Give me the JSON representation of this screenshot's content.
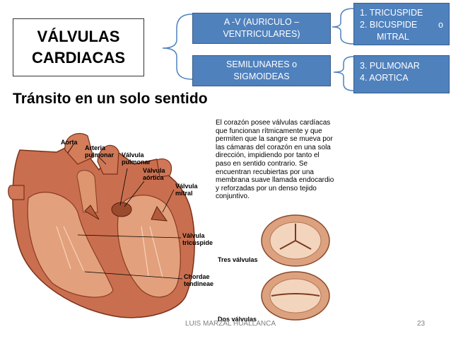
{
  "slide": {
    "title_line1": "VÁLVULAS",
    "title_line2": "CARDIACAS",
    "box_av_line1": "A -V (AURICULO –",
    "box_av_line2": "VENTRICULARES)",
    "box_semi_line1": "SEMILUNARES  o",
    "box_semi_line2": "SIGMOIDEAS",
    "list1": [
      "1.  TRICUSPIDE",
      "2.  BICUSPIDE",
      "o",
      "MITRAL"
    ],
    "list2": [
      "3. PULMONAR",
      "4. AORTICA"
    ],
    "footer_author": "LUIS MARZAL HUALLANCA",
    "footer_page": "23"
  },
  "figure": {
    "heading": "Tránsito en un solo sentido",
    "description": "El corazón posee válvulas cardíacas que funcionan rítmicamente y que permiten que la sangre se mueva por las cámaras del corazón en una sola dirección, impidiendo por tanto el paso en sentido contrario. Se encuentran recubiertas por una membrana suave llamada endocardio y reforzadas por un denso tejido conjuntivo.",
    "labels": {
      "aorta": "Aorta",
      "arteria_1": "Arteria",
      "arteria_2": "pulmonar",
      "vpulmonar_1": "Válvula",
      "vpulmonar_2": "pulmonar",
      "vaortica_1": "Válvula",
      "vaortica_2": "aórtica",
      "vmitral_1": "Válvula",
      "vmitral_2": "mitral",
      "vtricuspide_1": "Válvula",
      "vtricuspide_2": "tricúspide",
      "chordae_1": "Chordae",
      "chordae_2": "tendineae",
      "tres": "Tres válvulas",
      "dos": "Dos válvulas"
    }
  },
  "colors": {
    "box_fill": "#4f81bd",
    "box_border": "#385d8a",
    "heart": "#c96f4f",
    "heart_light": "#e8a884",
    "heart_dark": "#8a3a22",
    "valve": "#dca27f"
  }
}
